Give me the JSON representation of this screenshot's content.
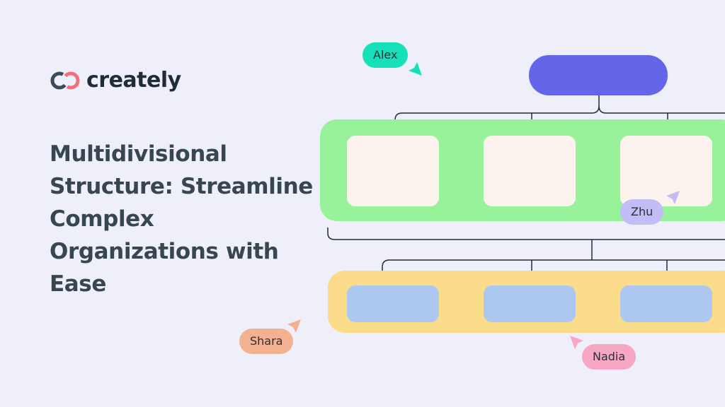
{
  "brand": {
    "name": "creately"
  },
  "headline": "Multidivisional Structure: Streamline Complex Organizations with Ease",
  "colors": {
    "background": "#efeffa",
    "top_node": "#6466e9",
    "division_band": "#98f299",
    "division_card": "#fcf3ef",
    "unit_band": "#fbdc8a",
    "unit_card": "#adc8f0",
    "connector": "#1f2d3b"
  },
  "collaborators": [
    {
      "name": "Alex",
      "color": "#15e0b8",
      "icon": "cursor-arrow-icon"
    },
    {
      "name": "Zhu",
      "color": "#c3bdf7",
      "icon": "cursor-arrow-icon"
    },
    {
      "name": "Shara",
      "color": "#f2b191",
      "icon": "cursor-arrow-icon"
    },
    {
      "name": "Nadia",
      "color": "#f7a6c3",
      "icon": "cursor-arrow-icon"
    }
  ]
}
